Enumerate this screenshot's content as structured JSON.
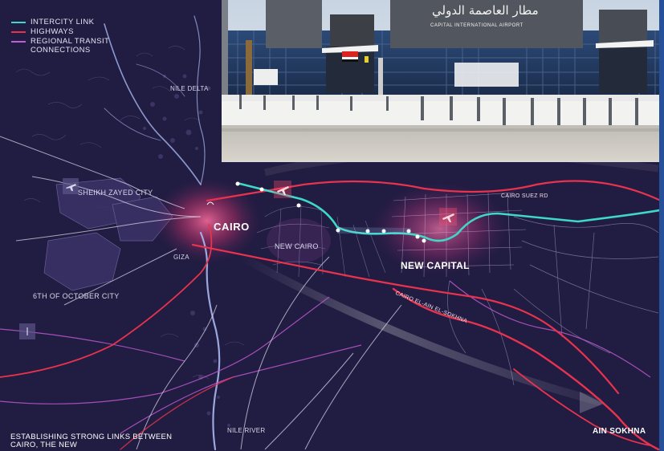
{
  "legend": [
    {
      "label": "INTERCITY LINK",
      "color": "#3fd7c6"
    },
    {
      "label": "HIGHWAYS",
      "color": "#e8334f"
    },
    {
      "label": "REGIONAL TRANSIT CONNECTIONS",
      "color": "#c55bd6"
    }
  ],
  "places": {
    "nile_delta": "NILE DELTA",
    "sheikh_zayed": "SHEIKH ZAYED CITY",
    "cairo": "CAIRO",
    "giza": "GIZA",
    "new_cairo": "NEW CAIRO",
    "new_capital": "NEW CAPITAL",
    "october": "6TH OF OCTOBER CITY",
    "nile_river": "NILE RIVER",
    "ain_sokhna": "AIN SOKHNA"
  },
  "roads": {
    "cairo_suez": "CAIRO SUEZ RD",
    "cairo_sokhna": "CAIRO EL-AIN EL-SOKHNA"
  },
  "caption": "ESTABLISHING STRONG LINKS BETWEEN CAIRO, THE NEW",
  "inset": {
    "sign_arabic": "مطار العاصمة الدولي",
    "sign_english": "CAPITAL INTERNATIONAL AIRPORT"
  },
  "colors": {
    "background": "#1f1a3d",
    "intercity": "#3fd7c6",
    "highway": "#e8334f",
    "transit": "#c55bd6",
    "urban_glow": "#e0457a"
  }
}
